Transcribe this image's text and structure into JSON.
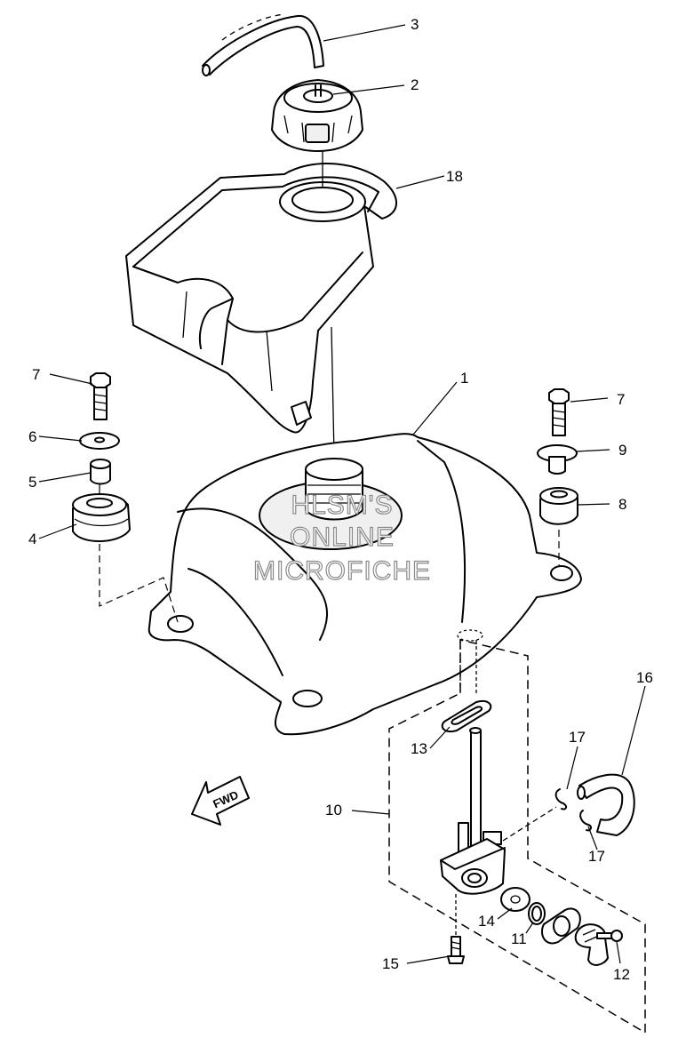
{
  "diagram": {
    "callouts": [
      "1",
      "2",
      "3",
      "4",
      "5",
      "6",
      "7",
      "7",
      "8",
      "9",
      "10",
      "11",
      "12",
      "13",
      "14",
      "15",
      "16",
      "17",
      "17",
      "18"
    ],
    "direction_label": "FWD",
    "watermark": [
      "HLSM'S",
      "ONLINE",
      "MICROFICHE"
    ]
  }
}
